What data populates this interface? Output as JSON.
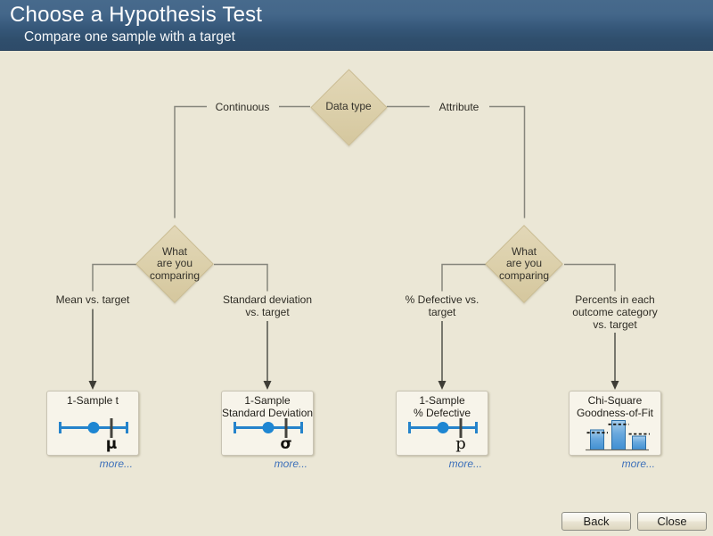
{
  "header": {
    "title": "Choose a Hypothesis Test",
    "subtitle": "Compare one sample with a target"
  },
  "diagram": {
    "root": {
      "label": "Data type"
    },
    "edges": {
      "left": "Continuous",
      "right": "Attribute"
    },
    "questions": {
      "left": {
        "lines": [
          "What",
          "are you",
          "comparing"
        ]
      },
      "right": {
        "lines": [
          "What",
          "are you",
          "comparing"
        ]
      }
    },
    "branches": [
      {
        "label_lines": [
          "Mean vs. target"
        ],
        "card": {
          "title_lines": [
            "1-Sample t"
          ],
          "icon": "number-line-target",
          "symbol": "μ"
        },
        "more_label": "more..."
      },
      {
        "label_lines": [
          "Standard deviation",
          "vs. target"
        ],
        "card": {
          "title_lines": [
            "1-Sample",
            "Standard Deviation"
          ],
          "icon": "number-line-target",
          "symbol": "σ"
        },
        "more_label": "more..."
      },
      {
        "label_lines": [
          "% Defective vs.",
          "target"
        ],
        "card": {
          "title_lines": [
            "1-Sample",
            "% Defective"
          ],
          "icon": "number-line-target",
          "symbol": "p"
        },
        "more_label": "more..."
      },
      {
        "label_lines": [
          "Percents in each",
          "outcome category",
          "vs. target"
        ],
        "card": {
          "title_lines": [
            "Chi-Square",
            "Goodness-of-Fit"
          ],
          "icon": "bar-chart-expected",
          "symbol": ""
        },
        "more_label": "more..."
      }
    ]
  },
  "footer": {
    "back_label": "Back",
    "close_label": "Close"
  },
  "colors": {
    "header_top": "#476a8c",
    "header_bottom": "#2e4b69",
    "body_background": "#ebe7d6",
    "diamond_fill": "#dcd0ab",
    "card_background": "#f7f4ea",
    "accent_blue": "#1e86d2",
    "link_blue": "#3d70ba",
    "connector_gray": "#86867c"
  }
}
